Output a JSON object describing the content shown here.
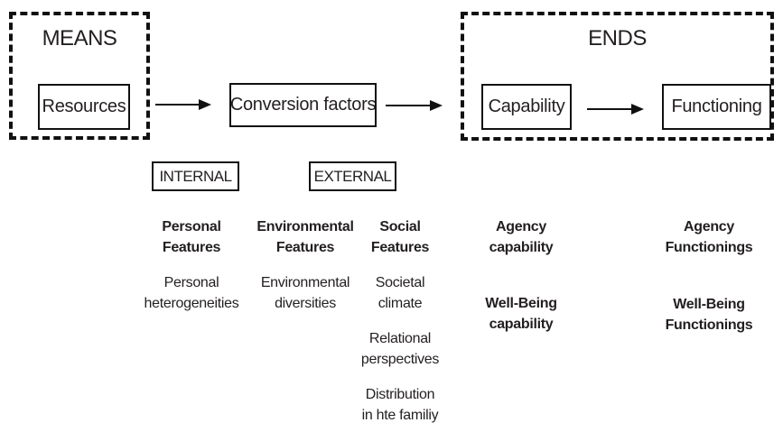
{
  "diagram": {
    "colors": {
      "ink": "#231f20",
      "background": "#ffffff"
    },
    "means": {
      "label": "MEANS",
      "resources": "Resources"
    },
    "conversion_factors": "Conversion factors",
    "ends": {
      "label": "ENDS",
      "capability": "Capability",
      "functioning": "Functioning"
    },
    "internal_label": "INTERNAL",
    "external_label": "EXTERNAL",
    "columns": [
      {
        "entries": [
          "Personal\nFeatures",
          "Personal\nheterogeneities"
        ]
      },
      {
        "entries": [
          "Environmental\nFeatures",
          "Environmental\ndiversities"
        ]
      },
      {
        "entries": [
          "Social\nFeatures",
          "Societal\nclimate",
          "Relational\nperspectives",
          "Distribution\nin hte familiy"
        ]
      },
      {
        "entries": [
          "Agency\ncapability",
          "Well-Being\ncapability"
        ]
      },
      {
        "entries": [
          "Agency\nFunctionings",
          "Well-Being\nFunctionings"
        ]
      }
    ]
  }
}
